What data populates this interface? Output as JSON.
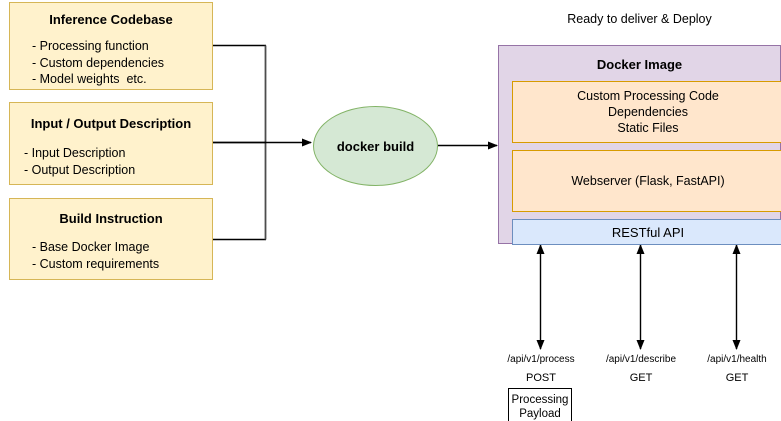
{
  "diagram": {
    "title_right": "Ready to deliver & Deploy",
    "inputs": [
      {
        "id": "inference-codebase",
        "title": "Inference Codebase",
        "items": "- Processing function\n- Custom dependencies\n- Model weights  etc."
      },
      {
        "id": "input-output-description",
        "title": "Input / Output Description",
        "items": "- Input Description\n- Output Description"
      },
      {
        "id": "build-instruction",
        "title": "Build Instruction",
        "items": "- Base Docker Image\n- Custom requirements"
      }
    ],
    "process": {
      "label": "docker build"
    },
    "docker_image": {
      "title": "Docker Image",
      "layers": [
        {
          "id": "custom-processing-code",
          "label": "Custom Processing Code\nDependencies\nStatic Files",
          "kind": "orange"
        },
        {
          "id": "webserver",
          "label": "Webserver (Flask, FastAPI)",
          "kind": "orange"
        },
        {
          "id": "restful-api",
          "label": "RESTful API",
          "kind": "blue"
        }
      ]
    },
    "endpoints": [
      {
        "id": "process",
        "path": "/api/v1/process",
        "method": "POST"
      },
      {
        "id": "describe",
        "path": "/api/v1/describe",
        "method": "GET"
      },
      {
        "id": "health",
        "path": "/api/v1/health",
        "method": "GET"
      }
    ],
    "payload_box": {
      "label": "Processing\nPayload"
    },
    "colors": {
      "yellow_fill": "#fff2cc",
      "yellow_stroke": "#d6b656",
      "green_fill": "#d5e8d4",
      "green_stroke": "#82b366",
      "purple_fill": "#e1d5e7",
      "purple_stroke": "#9673a6",
      "orange_fill": "#ffe6cc",
      "orange_stroke": "#d79b00",
      "blue_fill": "#dae8fc",
      "blue_stroke": "#6c8ebf",
      "line": "#000000"
    }
  }
}
